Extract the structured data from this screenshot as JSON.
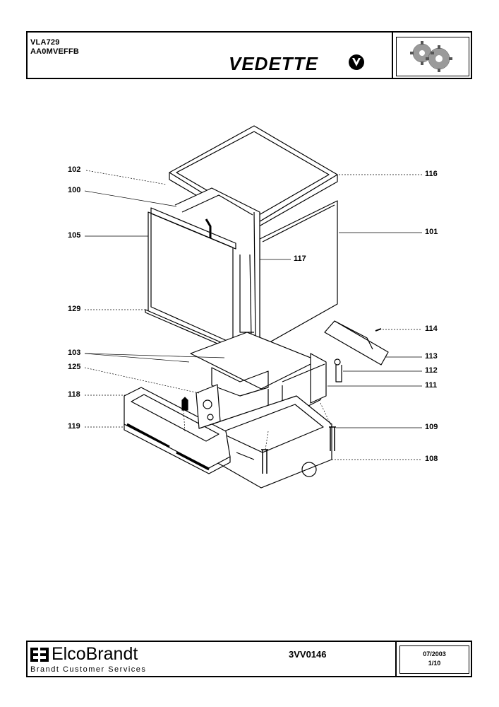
{
  "header": {
    "model_code": "VLA729",
    "product_code": "AA0MVEFFB",
    "brand": "VEDETTE",
    "brand_logo_icon": "vedette-v-logo-icon",
    "badge_icon": "gears-icon"
  },
  "callouts": [
    {
      "id": "c102",
      "label": "102"
    },
    {
      "id": "c100",
      "label": "100"
    },
    {
      "id": "c105",
      "label": "105"
    },
    {
      "id": "c129",
      "label": "129"
    },
    {
      "id": "c103",
      "label": "103"
    },
    {
      "id": "c125",
      "label": "125"
    },
    {
      "id": "c118",
      "label": "118"
    },
    {
      "id": "c119",
      "label": "119"
    },
    {
      "id": "c116",
      "label": "116"
    },
    {
      "id": "c101",
      "label": "101"
    },
    {
      "id": "c117",
      "label": "117"
    },
    {
      "id": "c114",
      "label": "114"
    },
    {
      "id": "c113",
      "label": "113"
    },
    {
      "id": "c112",
      "label": "112"
    },
    {
      "id": "c111",
      "label": "111"
    },
    {
      "id": "c109",
      "label": "109"
    },
    {
      "id": "c108",
      "label": "108"
    }
  ],
  "footer": {
    "company": "ElcoBrandt",
    "company_logo_icon": "elcobrandt-logo-icon",
    "service": "Brandt Customer Services",
    "document_number": "3VV0146",
    "date": "07/2003",
    "page": "1/10"
  }
}
